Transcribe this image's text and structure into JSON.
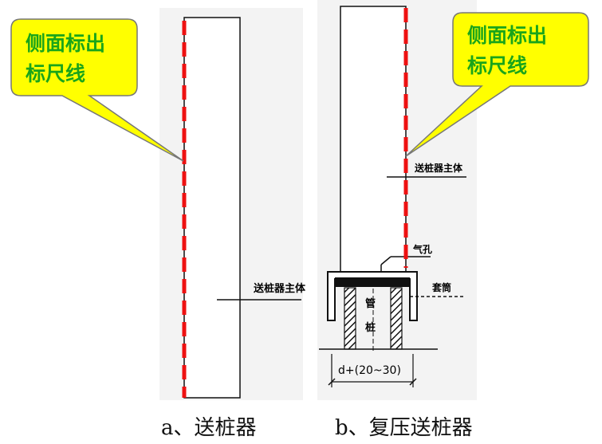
{
  "left_figure": {
    "main_label": "送桩器主体",
    "caption": "a、送桩器"
  },
  "right_figure": {
    "main_label": "送桩器主体",
    "air_hole_label": "气孔",
    "sleeve_label": "套筒",
    "pile_label_1": "管",
    "pile_label_2": "桩",
    "dimension_label": "d+(20~30)",
    "caption": "b、复压送桩器"
  },
  "callout_left": {
    "line1": "侧面标出",
    "line2": "标尺线"
  },
  "callout_right": {
    "line1": "侧面标出",
    "line2": "标尺线"
  },
  "colors": {
    "callout_fill": "#ffff00",
    "callout_text": "#1aa51a",
    "marker_line": "#ee1111",
    "ink": "#111111"
  }
}
